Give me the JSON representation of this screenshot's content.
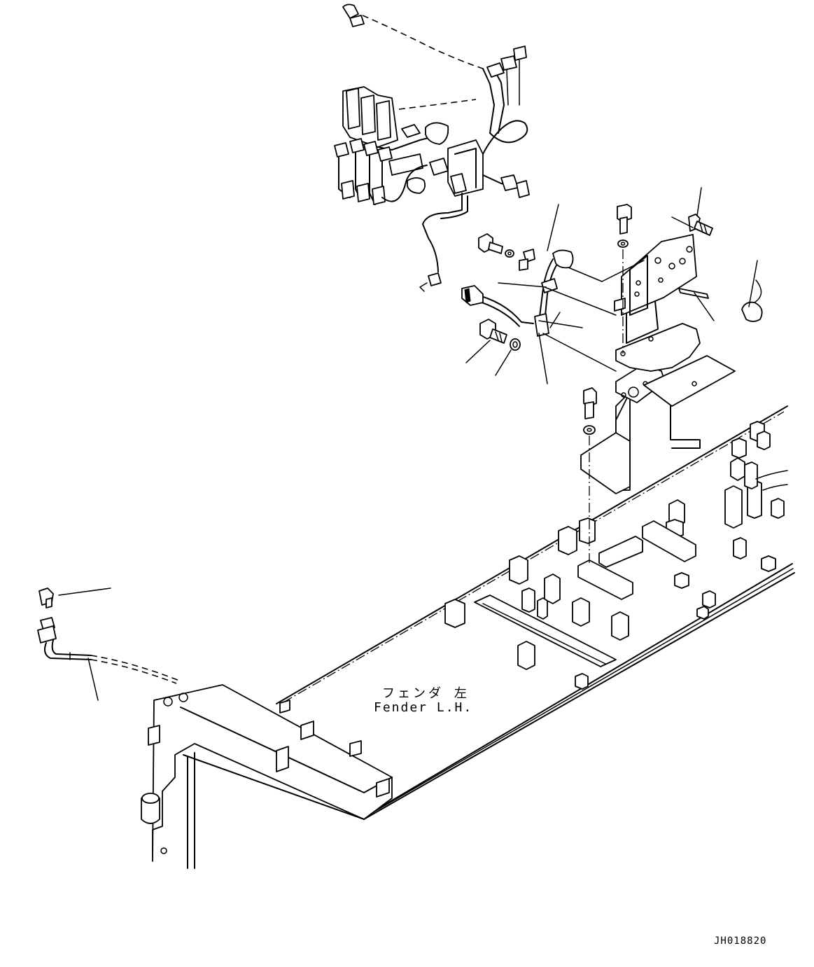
{
  "fender_label": {
    "japanese": "フェンダ 左",
    "english": "Fender L.H."
  },
  "drawing_id": "JH018820"
}
